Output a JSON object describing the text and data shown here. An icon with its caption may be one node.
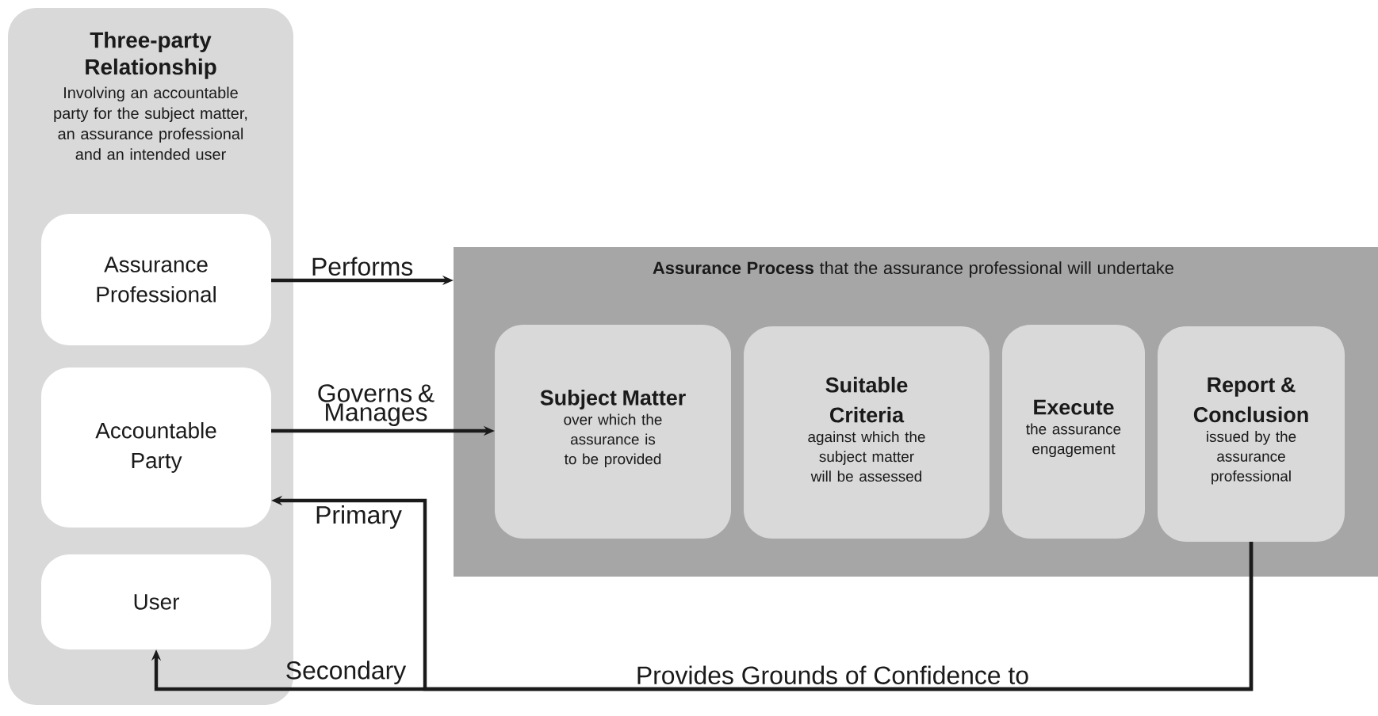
{
  "diagram": {
    "nodes": [
      {
        "text": [
          "Three-party Relationship",
          "Involving an accountable party for the subject matter, an assurance professional and an intended user"
        ]
      },
      {
        "text": [
          "Assurance Professional"
        ],
        "in": 0
      },
      {
        "text": [
          "Accountable Party"
        ],
        "in": 0
      },
      {
        "text": [
          "User"
        ],
        "in": 0
      },
      {
        "text": [
          "**Assurance Process** that the assurance professional will undertake"
        ]
      },
      {
        "text": [
          "Subject Matter",
          "over which the assurance is to be provided"
        ],
        "in": 4
      },
      {
        "text": [
          "Suitable Criteria",
          "against which the subject matter will be assessed"
        ],
        "in": 4
      },
      {
        "text": [
          "Execute",
          "the assurance engagement"
        ],
        "in": 4
      },
      {
        "text": [
          "Report & Conclusion",
          "issued by the assurance professional"
        ],
        "in": 4
      }
    ],
    "edges": [
      {
        "from": 1,
        "to": 4,
        "arrow": "to",
        "label": "Performs"
      },
      {
        "from": 2,
        "to": 5,
        "arrow": "to",
        "label": "Governs & Manages"
      },
      {
        "from": 8,
        "to": 2,
        "arrow": "to",
        "label": "Primary"
      },
      {
        "from": 8,
        "to": 3,
        "arrow": "to",
        "label": "Secondary"
      }
    ],
    "labels": [
      "Provides Grounds of Confidence to"
    ]
  }
}
